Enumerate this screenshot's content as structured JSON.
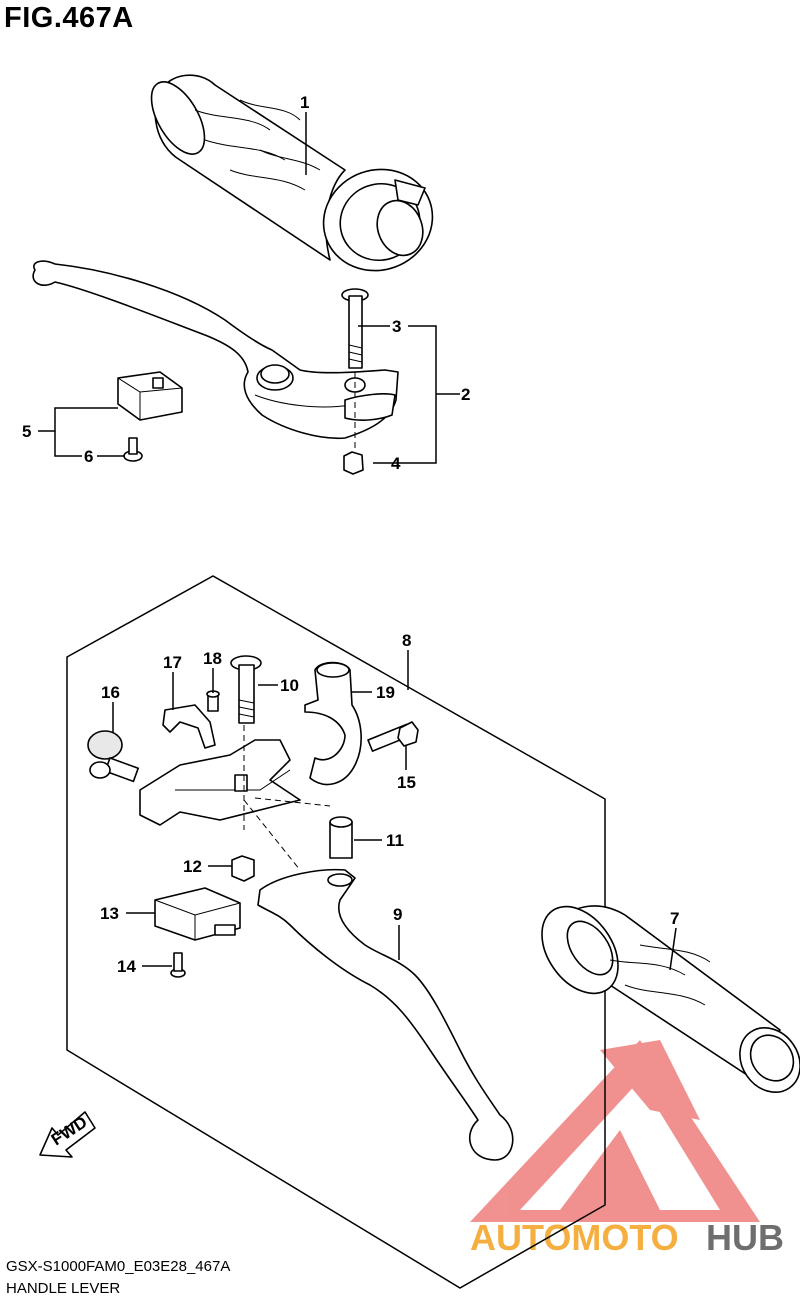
{
  "figure": {
    "title": "FIG.467A",
    "model_code": "GSX-S1000FAM0_E03E28_467A",
    "section_name": "HANDLE LEVER"
  },
  "fwd_label": "FWD",
  "watermark": {
    "brand_part_1": "AUTOMOTO",
    "brand_part_2": "HUB",
    "colors": {
      "triangle": "#e53935",
      "auto": "#f39c12",
      "hub": "#555555"
    }
  },
  "callouts": {
    "c1": "1",
    "c2": "2",
    "c3": "3",
    "c4": "4",
    "c5": "5",
    "c6": "6",
    "c7": "7",
    "c8": "8",
    "c9": "9",
    "c10": "10",
    "c11": "11",
    "c12": "12",
    "c13": "13",
    "c14": "14",
    "c15": "15",
    "c16": "16",
    "c17": "17",
    "c18": "18",
    "c19": "19"
  }
}
